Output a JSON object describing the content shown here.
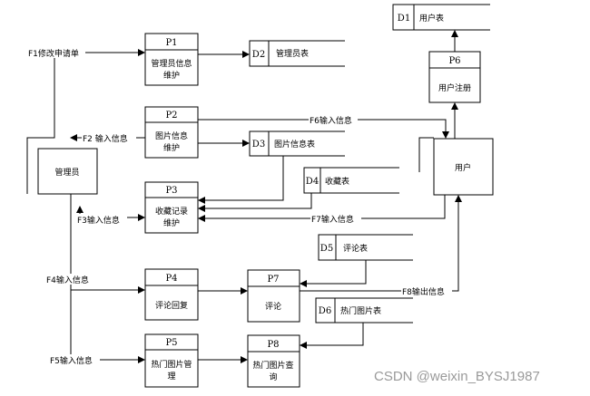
{
  "processes": {
    "p1": {
      "id": "P1",
      "line1": "管理员信息",
      "line2": "维护"
    },
    "p2": {
      "id": "P2",
      "line1": "图片信息",
      "line2": "维护"
    },
    "p3": {
      "id": "P3",
      "line1": "收藏记录",
      "line2": "维护"
    },
    "p4": {
      "id": "P4",
      "line1": "评论回复",
      "line2": ""
    },
    "p5": {
      "id": "P5",
      "line1": "热门图片管",
      "line2": "理"
    },
    "p6": {
      "id": "P6",
      "line1": "用户注册",
      "line2": ""
    },
    "p7": {
      "id": "P7",
      "line1": "评论",
      "line2": ""
    },
    "p8": {
      "id": "P8",
      "line1": "热门图片查",
      "line2": "询"
    }
  },
  "entities": {
    "admin": "管理员",
    "user": "用户"
  },
  "stores": {
    "d1": {
      "id": "D1",
      "name": "用户表"
    },
    "d2": {
      "id": "D2",
      "name": "管理员表"
    },
    "d3": {
      "id": "D3",
      "name": "图片信息表"
    },
    "d4": {
      "id": "D4",
      "name": "收藏表"
    },
    "d5": {
      "id": "D5",
      "name": "评论表"
    },
    "d6": {
      "id": "D6",
      "name": "热门图片表"
    }
  },
  "flows": {
    "f1": "F1修改申请单",
    "f2": "F2 输入信息",
    "f3": "F3输入信息",
    "f4": "F4输入信息",
    "f5": "F5输入信息",
    "f6": "F6输入信息",
    "f7": "F7输入信息",
    "f8": "F8输出信息"
  },
  "watermark": "CSDN @weixin_BYSJ1987"
}
